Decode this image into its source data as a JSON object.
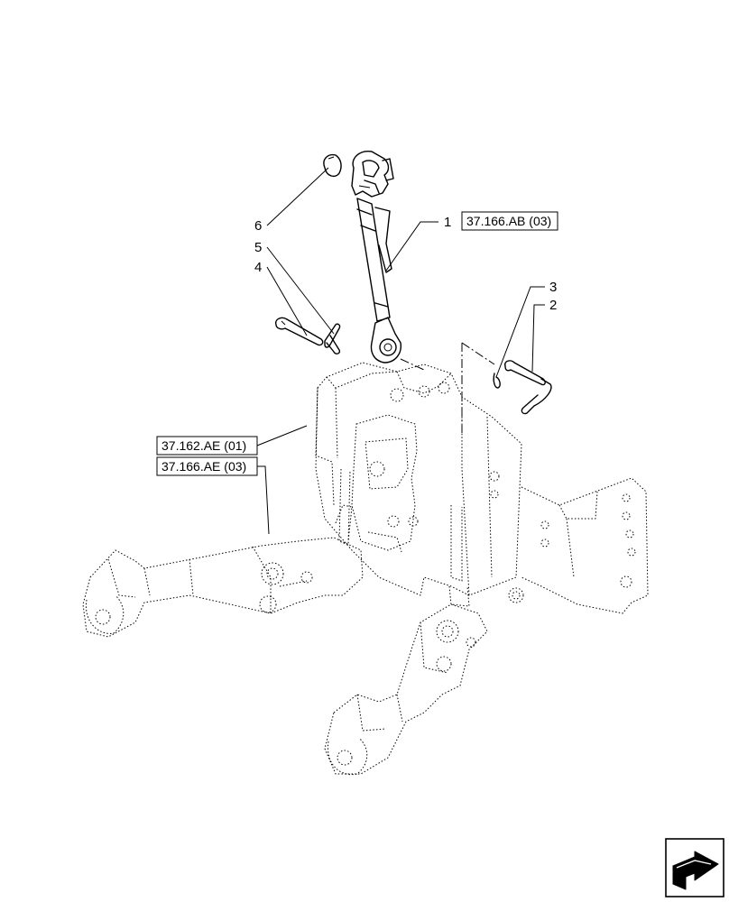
{
  "callouts": [
    {
      "id": "1",
      "label": "1"
    },
    {
      "id": "2",
      "label": "2"
    },
    {
      "id": "3",
      "label": "3"
    },
    {
      "id": "4",
      "label": "4"
    },
    {
      "id": "5",
      "label": "5"
    },
    {
      "id": "6",
      "label": "6"
    }
  ],
  "references": [
    {
      "id": "top-link-ref",
      "label": "37.166.AB (03)"
    },
    {
      "id": "frame-ref",
      "label": "37.162.AE (01)"
    },
    {
      "id": "arms-ref",
      "label": "37.166.AE (03)"
    }
  ],
  "nav_icon": "next-page-arrow-icon"
}
